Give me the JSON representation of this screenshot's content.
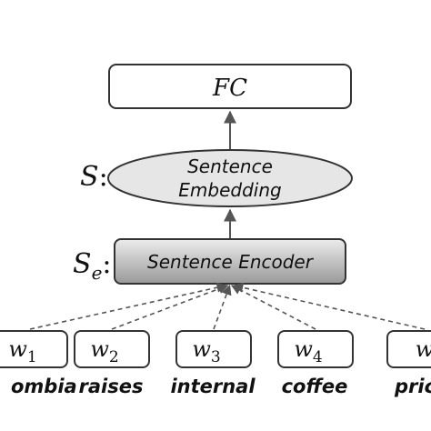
{
  "fc_box": {
    "label": "FC"
  },
  "embedding": {
    "line1": "Sentence",
    "line2": "Embedding",
    "symbol": "S",
    "colon": ":"
  },
  "encoder": {
    "label": "Sentence Encoder",
    "symbol": "S",
    "subscript": "e",
    "colon": ":"
  },
  "tokens": [
    {
      "sym": "w",
      "sub": "1",
      "word": "ombia"
    },
    {
      "sym": "w",
      "sub": "2",
      "word": "raises"
    },
    {
      "sym": "w",
      "sub": "3",
      "word": "internal"
    },
    {
      "sym": "w",
      "sub": "4",
      "word": "coffee"
    },
    {
      "sym": "w",
      "sub": "",
      "word": "pric"
    }
  ],
  "colors": {
    "stroke": "#333333",
    "arrow": "#555555",
    "ellipse_fill": "#e6e6e6",
    "encoder_top": "#e8e8e8",
    "encoder_bottom": "#9a9a9a"
  }
}
